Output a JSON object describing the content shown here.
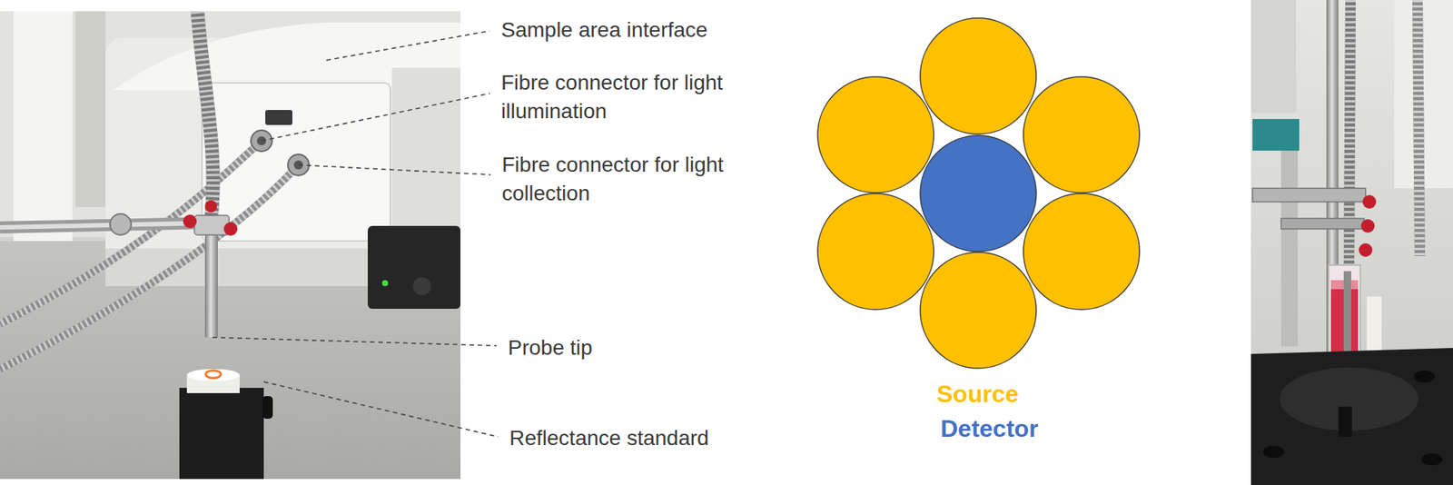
{
  "diagram": {
    "labels": [
      "Sample area interface",
      "Fibre connector for light illumination",
      "Fibre connector for light collection",
      "Probe tip",
      "Reflectance standard",
      "Source",
      "Detector"
    ]
  }
}
